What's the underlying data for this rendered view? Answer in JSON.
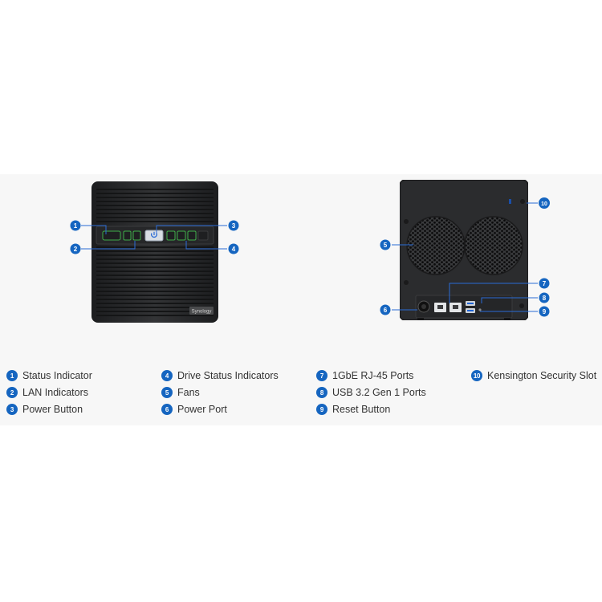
{
  "front_device": {
    "brand_text": "Synology"
  },
  "callouts": [
    {
      "num": "1",
      "label": "Status Indicator"
    },
    {
      "num": "2",
      "label": "LAN Indicators"
    },
    {
      "num": "3",
      "label": "Power Button"
    },
    {
      "num": "4",
      "label": "Drive Status Indicators"
    },
    {
      "num": "5",
      "label": "Fans"
    },
    {
      "num": "6",
      "label": "Power Port"
    },
    {
      "num": "7",
      "label": "1GbE RJ-45 Ports"
    },
    {
      "num": "8",
      "label": "USB 3.2 Gen 1 Ports"
    },
    {
      "num": "9",
      "label": "Reset Button"
    },
    {
      "num": "10",
      "label": "Kensington Security Slot"
    }
  ],
  "colors": {
    "badge": "#1565c0",
    "leader": "#2a6bd6",
    "indicator_green": "#3fae49",
    "device_body": "#2a2b2d",
    "panel_background": "#f7f7f7"
  }
}
